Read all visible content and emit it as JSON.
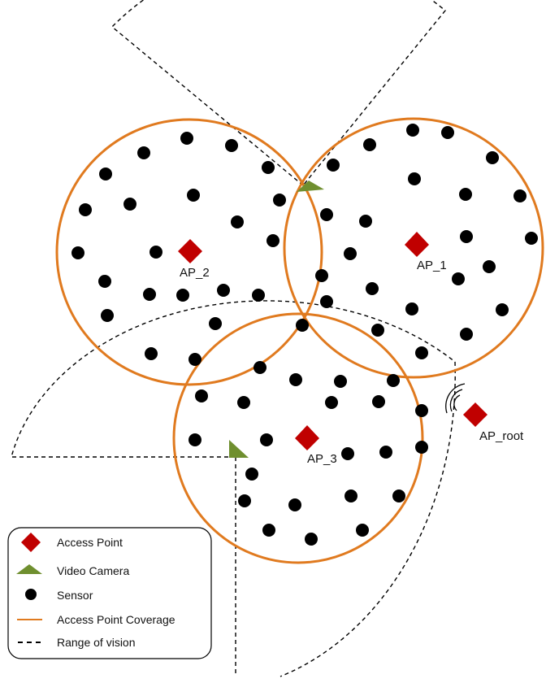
{
  "diagram": {
    "colors": {
      "access_point": "#c00000",
      "video_camera": "#6f8f2f",
      "sensor": "#000000",
      "coverage": "#e07a1f",
      "vision": "#000000"
    },
    "access_points": [
      {
        "id": "ap1",
        "label": "AP_1"
      },
      {
        "id": "ap2",
        "label": "AP_2"
      },
      {
        "id": "ap3",
        "label": "AP_3"
      },
      {
        "id": "aproot",
        "label": "AP_root"
      }
    ],
    "legend": {
      "items": [
        {
          "id": "access-point",
          "label": "Access Point",
          "icon": "red-diamond"
        },
        {
          "id": "video-camera",
          "label": "Video Camera",
          "icon": "green-triangle"
        },
        {
          "id": "sensor",
          "label": "Sensor",
          "icon": "black-dot"
        },
        {
          "id": "coverage",
          "label": "Access Point Coverage",
          "icon": "orange-line"
        },
        {
          "id": "vision",
          "label": "Range of vision",
          "icon": "dashed-line"
        }
      ]
    }
  }
}
